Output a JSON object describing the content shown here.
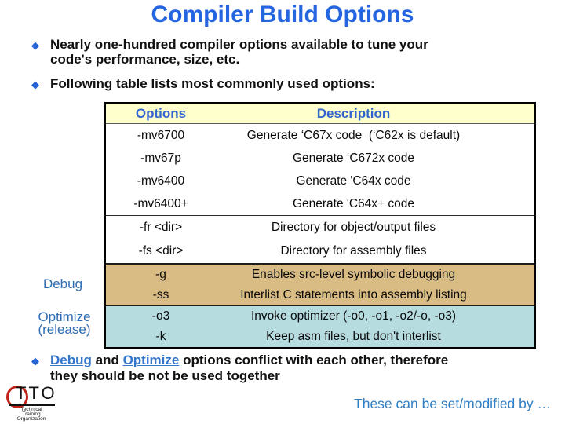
{
  "title": {
    "text": "Compiler Build Options"
  },
  "colors": {
    "title_blue": "#2565E0",
    "header_blue": "#3366CC",
    "side_label_blue": "#2D6DB3",
    "link_blue": "#3377CC",
    "note_blue": "#2E7EC4",
    "table_header_bg": "#FFFFCC",
    "debug_rows_bg": "#D9BC84",
    "optimize_rows_bg": "#B6DCE0",
    "logo_red": "#C22218"
  },
  "bullets": [
    {
      "lines": [
        "Nearly one-hundred compiler options available to tune your",
        "code's performance, size, etc."
      ]
    },
    {
      "lines": [
        "Following table lists most commonly used options:"
      ]
    }
  ],
  "table": {
    "headers": [
      "Options",
      "Description"
    ],
    "groups": [
      {
        "name": "target-selection",
        "rows": [
          [
            "-mv6700",
            "Generate ‘C67x code  (‘C62x is default)"
          ],
          [
            "-mv67p",
            "Generate ‘C672x code"
          ],
          [
            "-mv6400",
            "Generate 'C64x code"
          ],
          [
            "-mv6400+",
            "Generate 'C64x+ code"
          ]
        ]
      },
      {
        "name": "directories",
        "rows": [
          [
            "-fr <dir>",
            "Directory for object/output files"
          ],
          [
            "-fs <dir>",
            "Directory for assembly files"
          ]
        ]
      },
      {
        "name": "debug",
        "rows": [
          [
            "-g",
            "Enables src-level symbolic debugging"
          ],
          [
            "-ss",
            "Interlist C statements into assembly listing"
          ]
        ]
      },
      {
        "name": "optimize",
        "rows": [
          [
            "-o3",
            "Invoke optimizer (-o0, -o1, -o2/-o, -o3)"
          ],
          [
            "-k",
            "Keep asm files, but don't interlist"
          ]
        ]
      }
    ]
  },
  "side_labels": {
    "debug": "Debug",
    "optimize_line1": "Optimize",
    "optimize_line2": "(release)"
  },
  "conflict_bullet": {
    "link_debug": "Debug",
    "and_text": " and ",
    "link_optimize": "Optimize",
    "rest_line1": " options conflict with each other, therefore",
    "line2": "they should be not be used together"
  },
  "footer": {
    "note": "These can be set/modified by …",
    "logo": {
      "acronym": "TTO",
      "sub_lines": [
        "Technical",
        "Training",
        "Organization"
      ]
    }
  }
}
